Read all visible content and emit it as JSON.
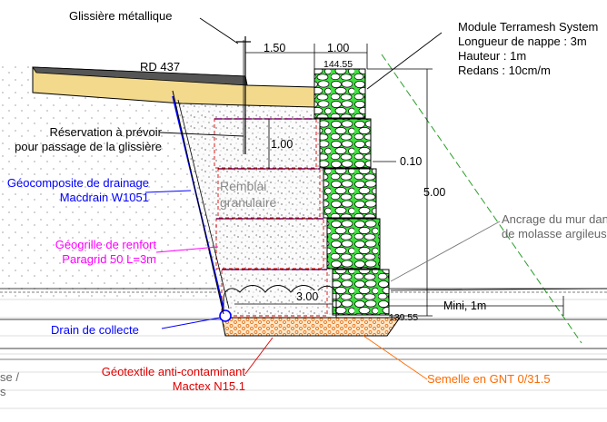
{
  "colors": {
    "black": "#000000",
    "blue": "#0000ff",
    "magenta": "#ff00ff",
    "red": "#e00000",
    "orange": "#ff6a00",
    "green": "#00d000",
    "gray": "#7a7a7a",
    "road": "#f2d98c",
    "hatch": "#c8c8c8"
  },
  "labels": {
    "glissiere": "Glissière métallique",
    "rd": "RD 437",
    "reservation_1": "Réservation à prévoir",
    "reservation_2": "pour passage de la glissière",
    "geocomposite_1": "Géocomposite de drainage",
    "geocomposite_2": "Macdrain W1051",
    "geogrille_1": "Géogrille de renfort",
    "geogrille_2": "Paragrid 50 L=3m",
    "remblai_1": "Remblai",
    "remblai_2": "granulaire",
    "drain": "Drain de collecte",
    "geotextile_1": "Géotextile anti-contaminant",
    "geotextile_2": "Mactex N15.1",
    "semelle": "Semelle en GNT 0/31.5",
    "module_1": "Module Terramesh System",
    "module_2": "Longueur de nappe : 3m",
    "module_3": "Hauteur : 1m",
    "module_4": "Redans : 10cm/m",
    "ancrage_1": "Ancrage du mur dans",
    "ancrage_2": "de molasse argileuse",
    "left_cut_1": "se /",
    "left_cut_2": "s"
  },
  "dimensions": {
    "d_150": "1.50",
    "d_100_top": "1.00",
    "elev_top": "144.55",
    "d_100_mid": "1.00",
    "d_010": "0.10",
    "d_500": "5.00",
    "d_300": "3.00",
    "mini": "Mini, 1m",
    "elev_bot": "139.55"
  }
}
